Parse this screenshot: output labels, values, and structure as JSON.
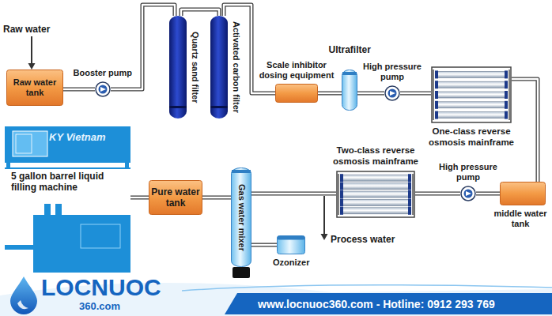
{
  "diagram": {
    "nodes": [
      {
        "text": [
          "Raw water tank"
        ]
      },
      {
        "text": [
          "Booster pump"
        ]
      },
      {
        "text": [
          "Quartz sand filter"
        ]
      },
      {
        "text": [
          "Activated carbon filter"
        ]
      },
      {
        "text": [
          "Scale inhibitor dosing equipment"
        ]
      },
      {
        "text": [
          "Ultrafilter"
        ]
      },
      {
        "text": [
          "High pressure pump"
        ]
      },
      {
        "text": [
          "One-class reverse osmosis mainframe"
        ]
      },
      {
        "text": [
          "middle water tank"
        ]
      },
      {
        "text": [
          "High pressure pump"
        ]
      },
      {
        "text": [
          "Two-class reverse osmosis mainframe"
        ]
      },
      {
        "text": [
          "Gas water mixer"
        ]
      },
      {
        "text": [
          "Ozonizer"
        ]
      },
      {
        "text": [
          "Pure water tank"
        ]
      },
      {
        "text": [
          "5 gallon barrel liquid filling machine"
        ]
      }
    ],
    "edges": [
      {
        "from": 0,
        "to": 1,
        "arrow": "none"
      },
      {
        "from": 1,
        "to": 2,
        "arrow": "none"
      },
      {
        "from": 2,
        "to": 3,
        "arrow": "none"
      },
      {
        "from": 3,
        "to": 4,
        "arrow": "none"
      },
      {
        "from": 4,
        "to": 5,
        "arrow": "none"
      },
      {
        "from": 5,
        "to": 6,
        "arrow": "none"
      },
      {
        "from": 6,
        "to": 7,
        "arrow": "none"
      },
      {
        "from": 7,
        "to": 8,
        "arrow": "none"
      },
      {
        "from": 8,
        "to": 9,
        "arrow": "none"
      },
      {
        "from": 9,
        "to": 10,
        "arrow": "none"
      },
      {
        "from": 10,
        "to": 11,
        "arrow": "none"
      },
      {
        "from": 12,
        "to": 11,
        "arrow": "none"
      },
      {
        "from": 11,
        "to": 13,
        "arrow": "none"
      },
      {
        "from": 13,
        "to": 14,
        "arrow": "none"
      }
    ],
    "labels": [
      "Raw water",
      "Process water",
      "KY Vietnam",
      "LOCNUOC",
      "360.com",
      "www.locnuoc360.com - Hotline: 0912 293 769"
    ]
  }
}
